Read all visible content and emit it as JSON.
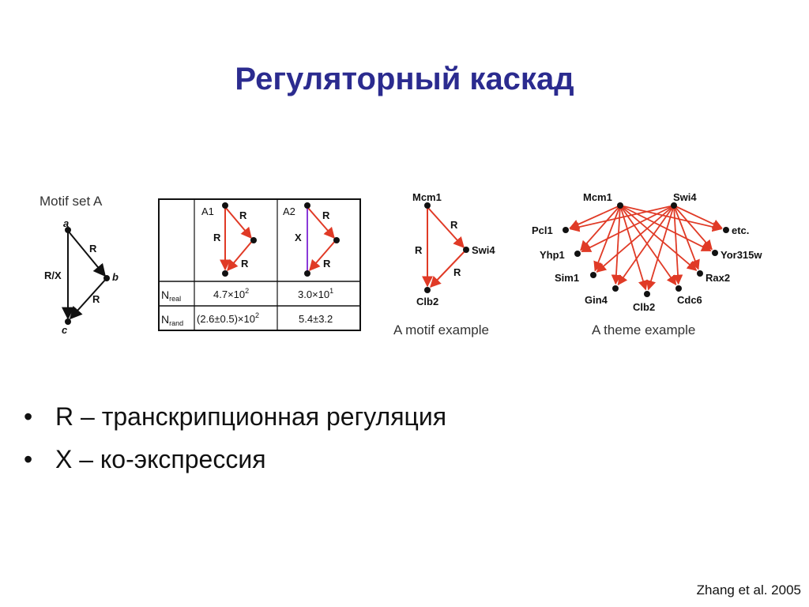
{
  "title": "Регуляторный каскад",
  "figure": {
    "motif_set": {
      "caption": "Motif set A",
      "nodes": {
        "a": "a",
        "b": "b",
        "c": "c"
      },
      "edges": {
        "ab": "R",
        "ac": "R/X",
        "bc": "R"
      }
    },
    "table": {
      "col1_label": "A1",
      "col2_label": "A2",
      "a1_edges": {
        "top": "R",
        "left": "R",
        "bottom": "R"
      },
      "a2_edges": {
        "top": "R",
        "left": "X",
        "bottom": "R"
      },
      "row_nreal": {
        "label_main": "N",
        "label_sub": "real",
        "a1": "4.7×10",
        "a1_exp": "2",
        "a2": "3.0×10",
        "a2_exp": "1"
      },
      "row_nrand": {
        "label_main": "N",
        "label_sub": "rand",
        "a1": "(2.6±0.5)×10",
        "a1_exp": "2",
        "a2": "5.4±3.2"
      }
    },
    "motif_example": {
      "nodes": {
        "mcm1": "Mcm1",
        "swi4": "Swi4",
        "clb2": "Clb2"
      },
      "edges": {
        "mcm1_swi4": "R",
        "mcm1_clb2": "R",
        "swi4_clb2": "R"
      },
      "caption": "A motif example"
    },
    "theme_example": {
      "sources": {
        "mcm1": "Mcm1",
        "swi4": "Swi4"
      },
      "targets": {
        "pcl1": "Pcl1",
        "yhp1": "Yhp1",
        "sim1": "Sim1",
        "gin4": "Gin4",
        "clb2": "Clb2",
        "cdc6": "Cdc6",
        "rax2": "Rax2",
        "yor315w": "Yor315w",
        "etc": "etc."
      },
      "caption": "A theme example"
    }
  },
  "bullets": [
    {
      "symbol": "•",
      "text": "R – транскрипционная регуляция"
    },
    {
      "symbol": "•",
      "text": "X – ко-экспрессия"
    }
  ],
  "citation": "Zhang et al. 2005",
  "colors": {
    "title": "#2b2b8f",
    "arrow_red": "#e03a26",
    "coexpression": "#8a3ad8",
    "black": "#111111"
  }
}
